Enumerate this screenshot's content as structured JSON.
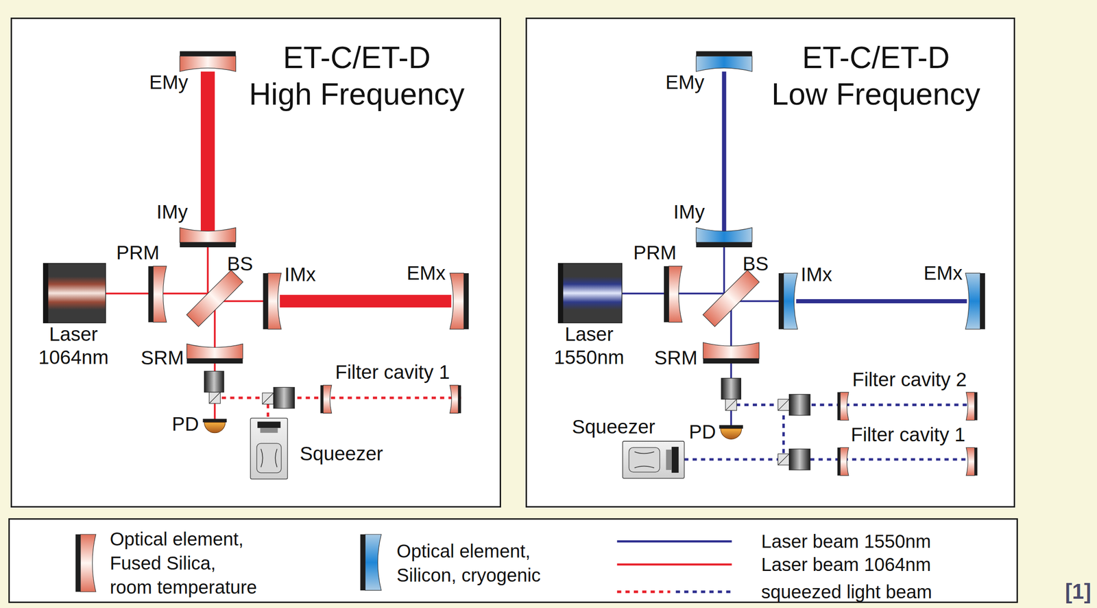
{
  "diagram": {
    "nodes": [
      {
        "text": [
          "ET-C/ET-D High Frequency"
        ]
      },
      {
        "text": [
          "ET-C/ET-D Low Frequency"
        ]
      }
    ],
    "labels": [
      "EMy",
      "IMy",
      "PRM",
      "BS",
      "IMx",
      "EMx",
      "Laser 1064nm",
      "SRM",
      "Filter cavity 1",
      "PD",
      "Squeezer",
      "EMy",
      "IMy",
      "PRM",
      "BS",
      "IMx",
      "EMx",
      "Laser 1550nm",
      "SRM",
      "Filter cavity 2",
      "Squeezer",
      "PD",
      "Filter cavity 1",
      "[1]"
    ],
    "legend": [
      {
        "text": "Optical element, Fused Silica, room temperature"
      },
      {
        "text": "Optical element, Silicon, cryogenic"
      },
      {
        "text": "Laser beam 1550nm"
      },
      {
        "text": "Laser beam 1064nm"
      },
      {
        "text": "squeezed light beam"
      }
    ]
  }
}
